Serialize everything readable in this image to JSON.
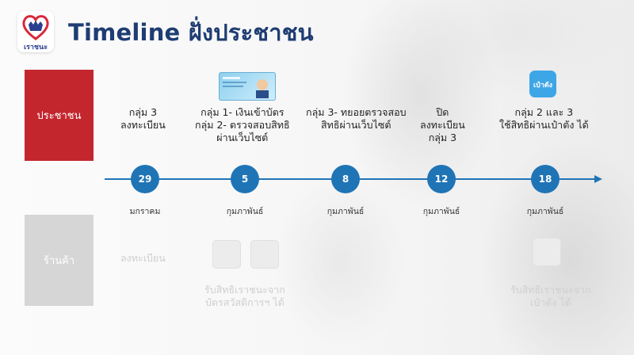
{
  "header": {
    "logo_text": "เราชนะ",
    "title": "Timeline ฝั่งประชาชน"
  },
  "rows": {
    "people_label": "ประชาชน",
    "shop_label": "ร้านค้า"
  },
  "timeline": {
    "nodes": [
      {
        "day": "29",
        "month": "มกราคม"
      },
      {
        "day": "5",
        "month": "กุมภาพันธ์"
      },
      {
        "day": "8",
        "month": "กุมภาพันธ์"
      },
      {
        "day": "12",
        "month": "กุมภาพันธ์"
      },
      {
        "day": "18",
        "month": "กุมภาพันธ์"
      }
    ]
  },
  "people_events": [
    {
      "lines": [
        "กลุ่ม 3",
        "ลงทะเบียน"
      ]
    },
    {
      "lines": [
        "กลุ่ม 1- เงินเข้าบัตร",
        "กลุ่ม 2- ตรวจสอบสิทธิ",
        "ผ่านเว็บไซต์"
      ]
    },
    {
      "lines": [
        "กลุ่ม 3- ทยอยตรวจสอบ",
        "สิทธิผ่านเว็บไซต์"
      ]
    },
    {
      "lines": [
        "ปิด",
        "ลงทะเบียน",
        "กลุ่ม 3"
      ]
    },
    {
      "lines": [
        "กลุ่ม 2 และ 3",
        "ใช้สิทธิผ่านเป๋าตัง ได้"
      ]
    }
  ],
  "shop_events": [
    {
      "lines": [
        "ลงทะเบียน"
      ]
    },
    {
      "lines": [
        "รับสิทธิเราชนะจาก",
        "บัตรสวัสดิการฯ ได้"
      ]
    },
    {
      "lines": [
        "รับสิทธิเราชนะจาก",
        "เป๋าตัง ได้"
      ]
    }
  ],
  "icons": {
    "app_label": "เป๋าตัง"
  },
  "colors": {
    "people_row": "#c4262e",
    "shop_row": "#d6d6d6",
    "timeline": "#1f74b6",
    "title": "#1f3d73"
  }
}
